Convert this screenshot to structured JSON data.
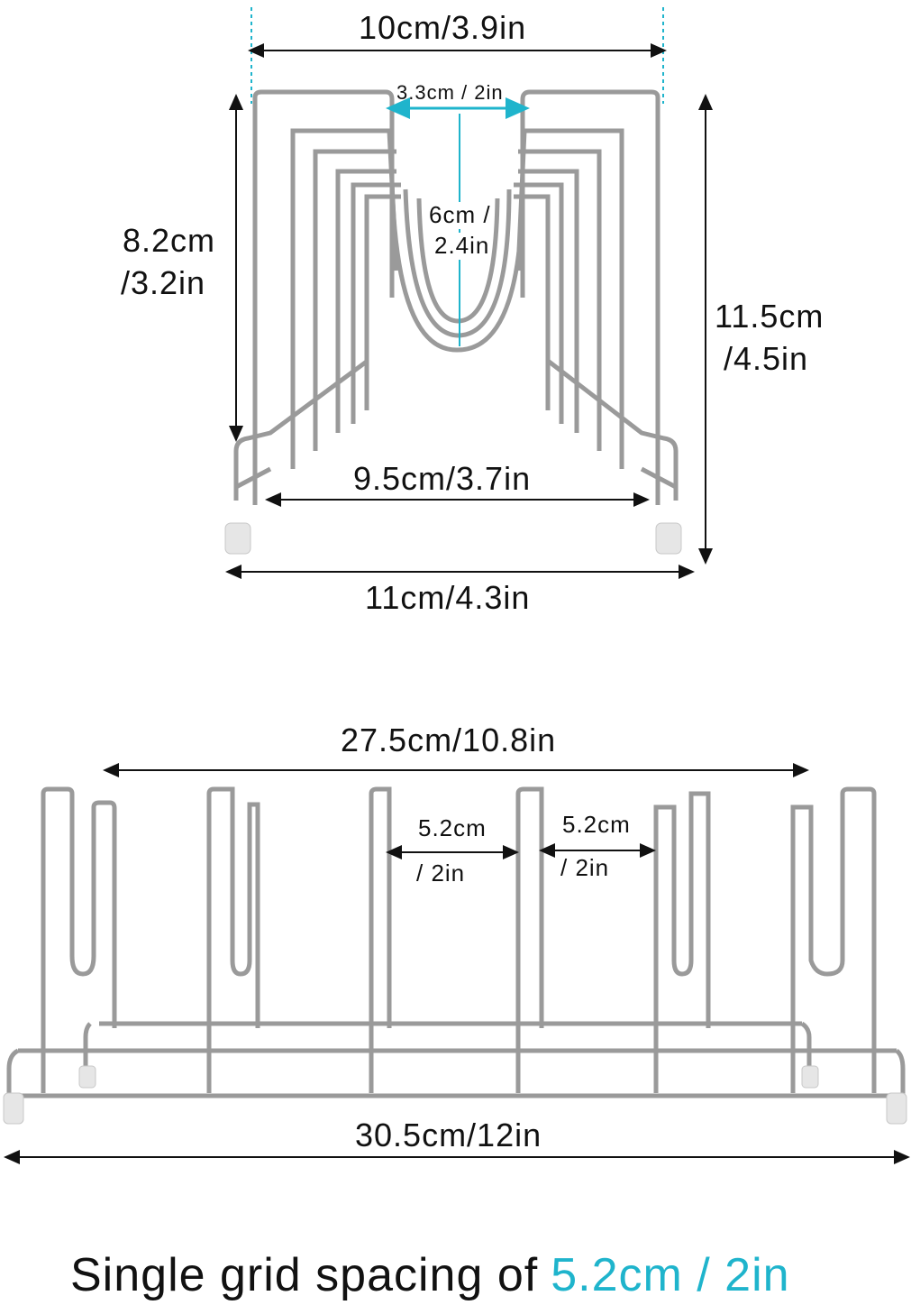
{
  "top_view": {
    "top_width": "10cm/3.9in",
    "slot_gap": "3.3cm / 2in",
    "slot_depth_line1": "6cm /",
    "slot_depth_line2": "2.4in",
    "side_height_line1": "8.2cm",
    "side_height_line2": "/3.2in",
    "total_height_line1": "11.5cm",
    "total_height_line2": "/4.5in",
    "inner_width": "9.5cm/3.7in",
    "base_width": "11cm/4.3in"
  },
  "side_view": {
    "divider_span": "27.5cm/10.8in",
    "spacing_1_line1": "5.2cm",
    "spacing_1_line2": "/ 2in",
    "spacing_2_line1": "5.2cm",
    "spacing_2_line2": "/ 2in",
    "total_length": "30.5cm/12in"
  },
  "caption": {
    "text": "Single grid spacing of",
    "highlight": "5.2cm / 2in",
    "highlight_color": "#1fb4cc"
  },
  "colors": {
    "accent": "#1fb4cc",
    "wire": "#9a9a9a",
    "text": "#111111"
  }
}
